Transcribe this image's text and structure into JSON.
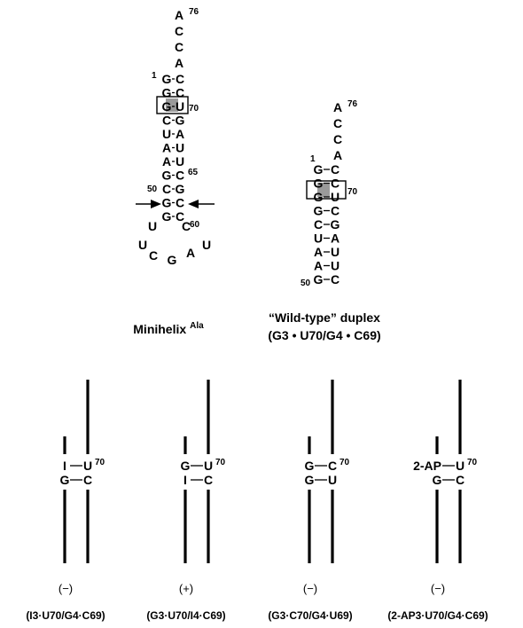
{
  "minihelix": {
    "title": "Minihelix",
    "superscript": "Ala",
    "tail": [
      "A",
      "C",
      "C",
      "A"
    ],
    "tail_number": "76",
    "pairs": [
      [
        "G",
        "C"
      ],
      [
        "G",
        "C"
      ],
      [
        "G",
        "U"
      ],
      [
        "C",
        "G"
      ],
      [
        "U",
        "A"
      ],
      [
        "A",
        "U"
      ],
      [
        "A",
        "U"
      ],
      [
        "G",
        "C"
      ],
      [
        "C",
        "G"
      ],
      [
        "G",
        "C"
      ],
      [
        "G",
        "C"
      ]
    ],
    "numbers": {
      "first": "1",
      "gu": "70",
      "au": "65",
      "arrow": "50",
      "loop": "60"
    },
    "loop": [
      "U",
      "U",
      "C",
      "G",
      "A",
      "U",
      "C"
    ]
  },
  "duplex": {
    "title": "“Wild-type” duplex",
    "subtitle": "(G3 • U70/G4 • C69)",
    "tail": [
      "A",
      "C",
      "C",
      "A"
    ],
    "tail_number": "76",
    "pairs": [
      [
        "G",
        "C"
      ],
      [
        "G",
        "C"
      ],
      [
        "G",
        "U"
      ],
      [
        "G",
        "C"
      ],
      [
        "C",
        "G"
      ],
      [
        "U",
        "A"
      ],
      [
        "A",
        "U"
      ],
      [
        "A",
        "U"
      ],
      [
        "G",
        "C"
      ]
    ],
    "numbers": {
      "first": "1",
      "gu": "70",
      "last": "50"
    }
  },
  "variants": [
    {
      "top": [
        "I",
        "U"
      ],
      "bottom": [
        "G",
        "C"
      ],
      "number": "70",
      "result": "(−)",
      "label": "(I3·U70/G4·C69)"
    },
    {
      "top": [
        "G",
        "U"
      ],
      "bottom": [
        "I",
        "C"
      ],
      "number": "70",
      "result": "(+)",
      "label": "(G3·U70/I4·C69)"
    },
    {
      "top": [
        "G",
        "C"
      ],
      "bottom": [
        "G",
        "U"
      ],
      "number": "70",
      "result": "(−)",
      "label": "(G3·C70/G4·U69)"
    },
    {
      "top": [
        "2-AP",
        "U"
      ],
      "bottom": [
        "G",
        "C"
      ],
      "number": "70",
      "result": "(−)",
      "label": "(2-AP3·U70/G4·C69)"
    }
  ]
}
